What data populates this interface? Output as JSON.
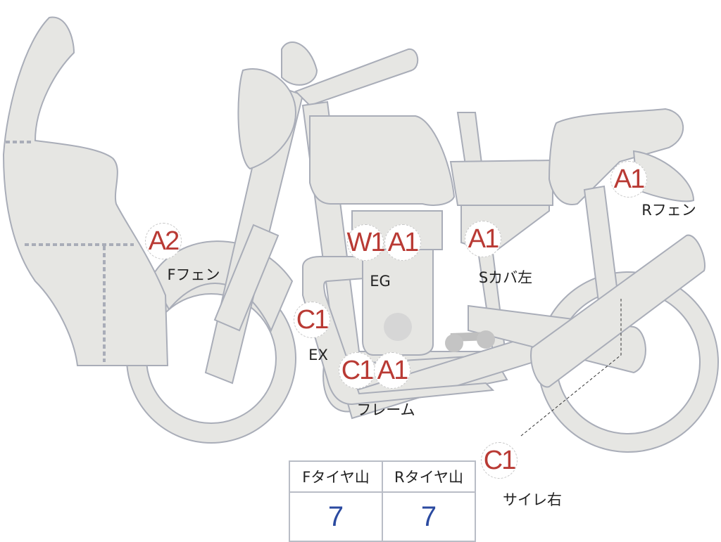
{
  "colors": {
    "part_fill": "#e6e6e3",
    "part_stroke": "#a9adb8",
    "marker_text": "#b93a34",
    "value_text": "#2b4aa0"
  },
  "markers": [
    {
      "code": "A2",
      "label": "Fフェン"
    },
    {
      "code": "W1",
      "label": "EG"
    },
    {
      "code": "A1",
      "label": "EG"
    },
    {
      "code": "A1",
      "label": "Sカバ左"
    },
    {
      "code": "A1",
      "label": "Rフェン"
    },
    {
      "code": "C1",
      "label": "EX"
    },
    {
      "code": "C1",
      "label": "フレーム"
    },
    {
      "code": "A1",
      "label": "フレーム"
    },
    {
      "code": "C1",
      "label": "サイレ右"
    }
  ],
  "tire_table": {
    "headers": [
      "Fタイヤ山",
      "Rタイヤ山"
    ],
    "values": [
      "7",
      "7"
    ]
  }
}
